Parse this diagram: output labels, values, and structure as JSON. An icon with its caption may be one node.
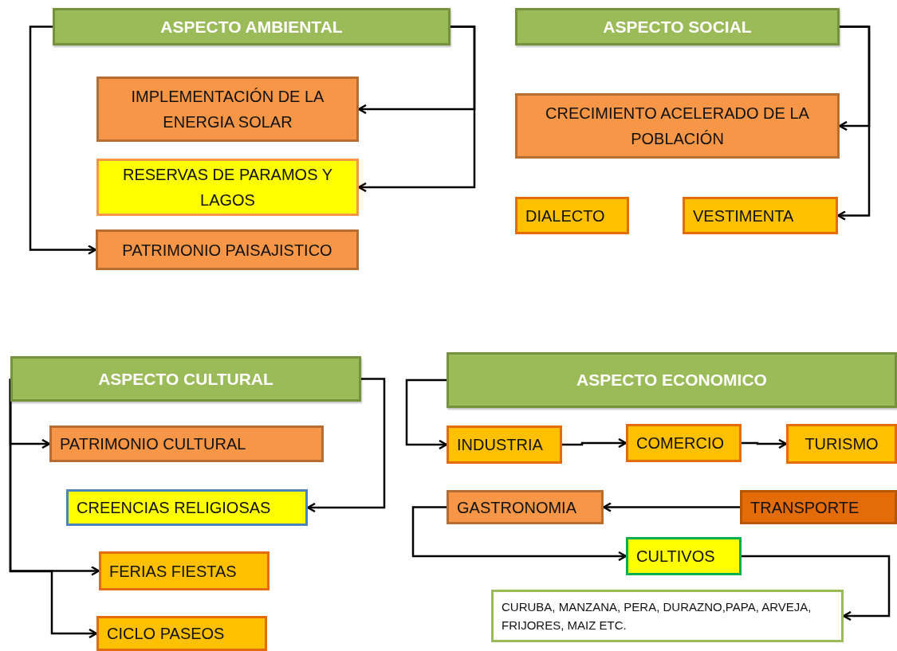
{
  "diagram": {
    "nodes": [
      {
        "text": [
          "ASPECTO AMBIENTAL"
        ]
      },
      {
        "text": [
          "IMPLEMENTACIÓN DE LA ENERGIA SOLAR"
        ]
      },
      {
        "text": [
          "RESERVAS DE PARAMOS Y LAGOS"
        ]
      },
      {
        "text": [
          "PATRIMONIO PAISAJISTICO"
        ]
      },
      {
        "text": [
          "ASPECTO SOCIAL"
        ]
      },
      {
        "text": [
          "CRECIMIENTO ACELERADO DE LA POBLACIÓN"
        ]
      },
      {
        "text": [
          "DIALECTO"
        ]
      },
      {
        "text": [
          "VESTIMENTA"
        ]
      },
      {
        "text": [
          "ASPECTO CULTURAL"
        ]
      },
      {
        "text": [
          "PATRIMONIO CULTURAL"
        ]
      },
      {
        "text": [
          "CREENCIAS RELIGIOSAS"
        ]
      },
      {
        "text": [
          "FERIAS FIESTAS"
        ]
      },
      {
        "text": [
          "CICLO PASEOS"
        ]
      },
      {
        "text": [
          "ASPECTO ECONOMICO"
        ]
      },
      {
        "text": [
          "INDUSTRIA"
        ]
      },
      {
        "text": [
          "COMERCIO"
        ]
      },
      {
        "text": [
          "TURISMO"
        ]
      },
      {
        "text": [
          "GASTRONOMIA"
        ]
      },
      {
        "text": [
          "TRANSPORTE"
        ]
      },
      {
        "text": [
          "CULTIVOS"
        ]
      },
      {
        "text": [
          "CURUBA, MANZANA, PERA, DURAZNO,PAPA, ARVEJA, FRIJORES, MAIZ ETC."
        ]
      }
    ],
    "edges": [
      {
        "from": 0,
        "to": 1,
        "arrow": "to"
      },
      {
        "from": 0,
        "to": 2,
        "arrow": "to"
      },
      {
        "from": 0,
        "to": 3,
        "arrow": "to"
      },
      {
        "from": 4,
        "to": 5,
        "arrow": "to"
      },
      {
        "from": 4,
        "to": 7,
        "arrow": "to"
      },
      {
        "from": 8,
        "to": 9,
        "arrow": "to"
      },
      {
        "from": 8,
        "to": 10,
        "arrow": "to"
      },
      {
        "from": 8,
        "to": 11,
        "arrow": "to"
      },
      {
        "from": 8,
        "to": 12,
        "arrow": "to"
      },
      {
        "from": 13,
        "to": 14,
        "arrow": "to"
      },
      {
        "from": 14,
        "to": 15,
        "arrow": "to"
      },
      {
        "from": 15,
        "to": 16,
        "arrow": "to"
      },
      {
        "from": 18,
        "to": 17,
        "arrow": "to"
      },
      {
        "from": 17,
        "to": 19,
        "arrow": "to"
      },
      {
        "from": 19,
        "to": 20,
        "arrow": "to"
      }
    ]
  }
}
